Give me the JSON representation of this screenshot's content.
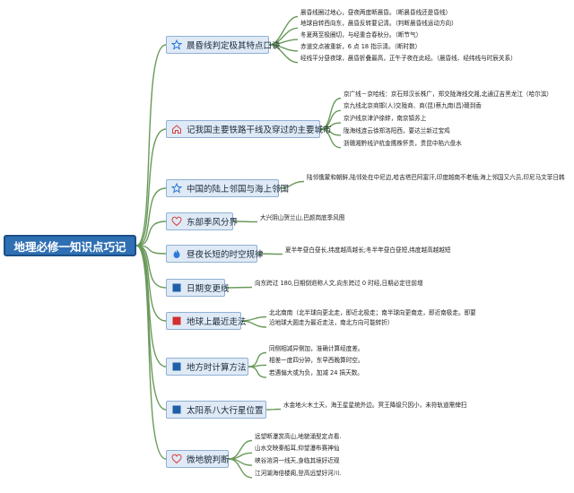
{
  "root": {
    "label": "地理必修一知识点巧记"
  },
  "branches": [
    {
      "label": "晨昏线判定极其特点口诀",
      "icon": "star-icon",
      "leaves": [
        "晨昏线圈过地心，昼夜两度断晨昏。（断晨昏线还是昏线）",
        "地球自转西向东，晨昏反转要记清。（判断晨昏线运动方向）",
        "冬夏两至极圈切，与经重合春秋分。（断节气）",
        "赤道交点被重新，6 点 18 指示清。（断时数）",
        "经线平分昼夜球，晨昏折叠最高，正午子夜在此经。（晨昏线、经纬线与时辰关系）"
      ]
    },
    {
      "label": "记我国主要铁路干线及穿过的主要城市",
      "icon": "home-icon",
      "leaves": [
        "京广线－京哈线：京石郑汉长株广，郑交陇海线交湘,北通辽吉黑龙江（哈尔滨）",
        "京九线北京商邯(人)交陇商、商(昆)蔡九南(昌)赣到香",
        "京沪线京津沪徐蚌，南京镇苏上",
        "陇海线连云徐郑洛阳西，要达兰新过宝鸡",
        "浙赣湘黔线沪杭金鹰株怀贵，贵昆中陷六盘水"
      ]
    },
    {
      "label": "中国的陆上邻国与海上邻国",
      "icon": "star-icon",
      "leaves": [
        "陆邻俄蒙和朝鲜,陆邻处在中尼边,哈吉塔巴阿富汗,印度越南不老缅;海上邻国又六员,印尼马文菲日韩"
      ]
    },
    {
      "label": "东部季风分界",
      "icon": "heart-icon",
      "leaves": [
        "大兴阴山贺兰山,巴颜岗底季风图"
      ]
    },
    {
      "label": "昼夜长短的时空规律",
      "icon": "flame-icon",
      "leaves": [
        "夏半年昼白昼长,纬度越高越长;冬半年昼白昼短,纬度越高越越短"
      ]
    },
    {
      "label": "日期变更线",
      "icon": "flag-icon",
      "leaves": [
        "向东跨过 180,日期倒退称人文,向东跨过 0 时经,日期必定往前增"
      ]
    },
    {
      "label": "地球上最近走法",
      "icon": "red-flag-icon",
      "leaves": [
        "北北南南（北半球向更北走，即近北极走；南半球向更南走，即近南极走。即要",
        "沿地球大圆走为最近走法，南北方向可能转折）"
      ]
    },
    {
      "label": "地方时计算方法",
      "icon": "flag-icon",
      "leaves": [
        "同侧相减异侧加，准确计算经度差。",
        "相差一度四分钟，东早西晚算时空。",
        "若遇偏大或为负，加减 24 搞天数。"
      ]
    },
    {
      "label": "太阳系八大行星位置",
      "icon": "flag-icon",
      "leaves": [
        "水金地火木土天，海王星星统外边。冥王降级只因小，未符轨道需俾扫"
      ]
    },
    {
      "label": "微地貌判断",
      "icon": "heart-icon",
      "leaves": [
        "远望断瀑赏高山,地貌涌型定点看.",
        "山水交映秦船耳,仰望瀑布赛神仙",
        "峡谷溶洞一线天,身临其境好近观",
        "江河湖海倍楼阁,登高远望好河川."
      ]
    }
  ]
}
